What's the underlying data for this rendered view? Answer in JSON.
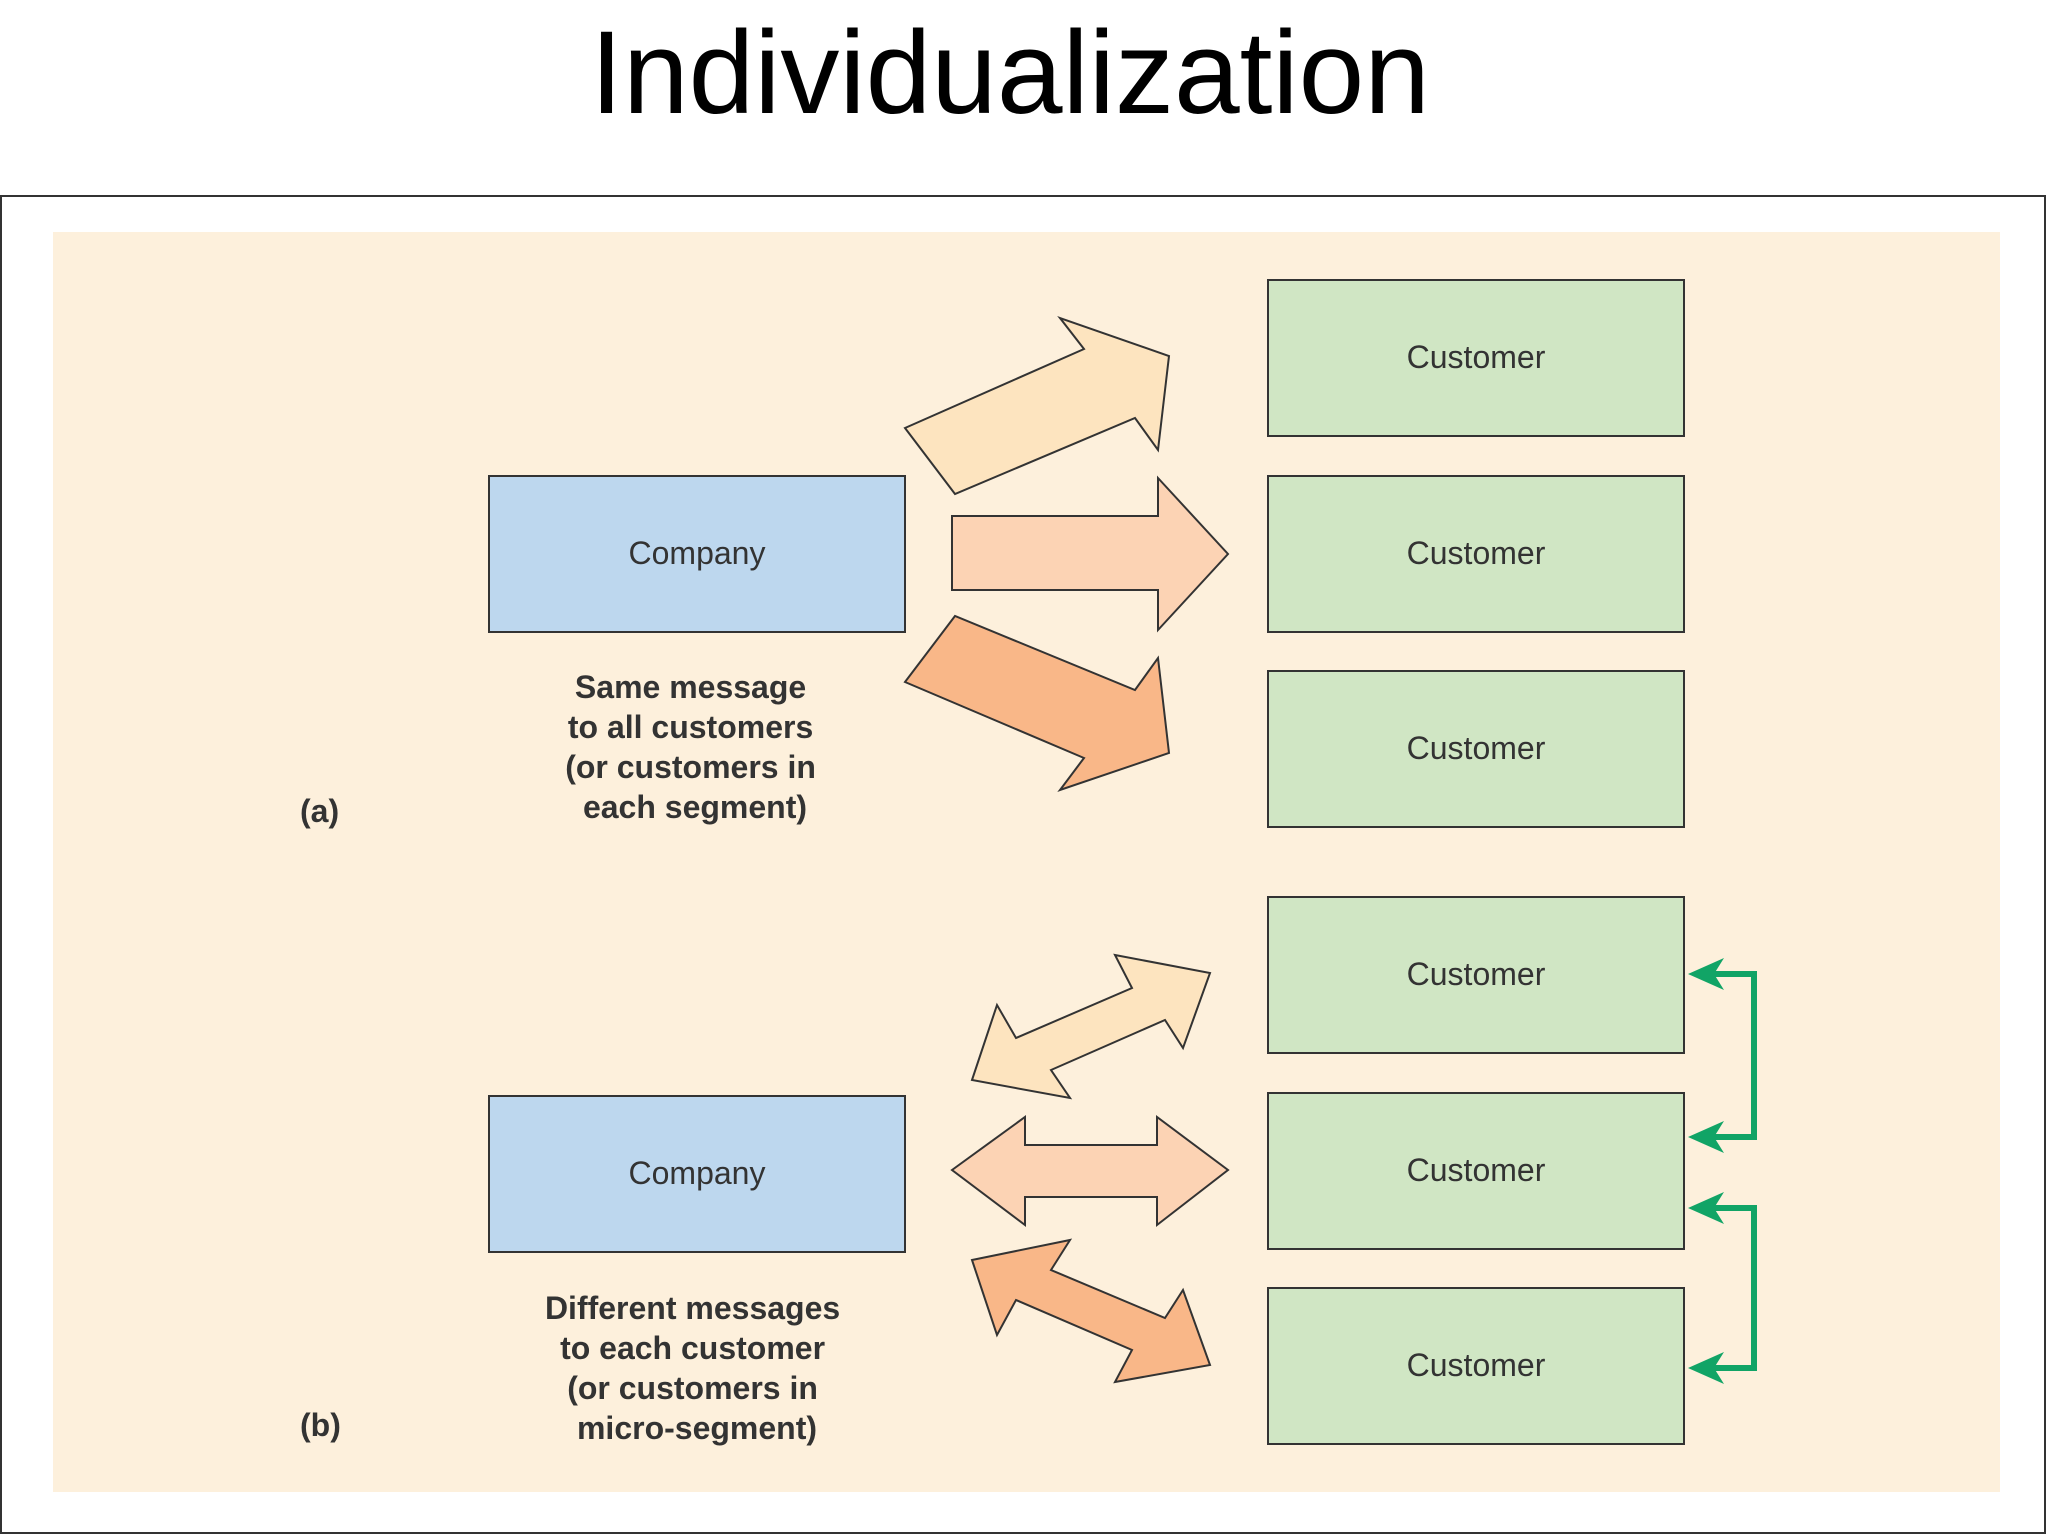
{
  "title": "Individualization",
  "colors": {
    "background_panel": "#fdf0dc",
    "company_box": "#bdd7ee",
    "customer_box": "#d0e6c4",
    "arrow_light": "#fde4bf",
    "arrow_mid": "#fcd3b4",
    "arrow_dark": "#f9b788",
    "feedback_arrow": "#11a466",
    "border": "#333333"
  },
  "panel_a": {
    "label": "(a)",
    "company_label": "Company",
    "customer_labels": [
      "Customer",
      "Customer",
      "Customer"
    ],
    "caption_lines": [
      "Same message",
      "to all customers",
      "(or customers in",
      "each segment)"
    ]
  },
  "panel_b": {
    "label": "(b)",
    "company_label": "Company",
    "customer_labels": [
      "Customer",
      "Customer",
      "Customer"
    ],
    "caption_lines": [
      "Different messages",
      "to each customer",
      "(or customers in",
      "micro-segment)"
    ]
  }
}
